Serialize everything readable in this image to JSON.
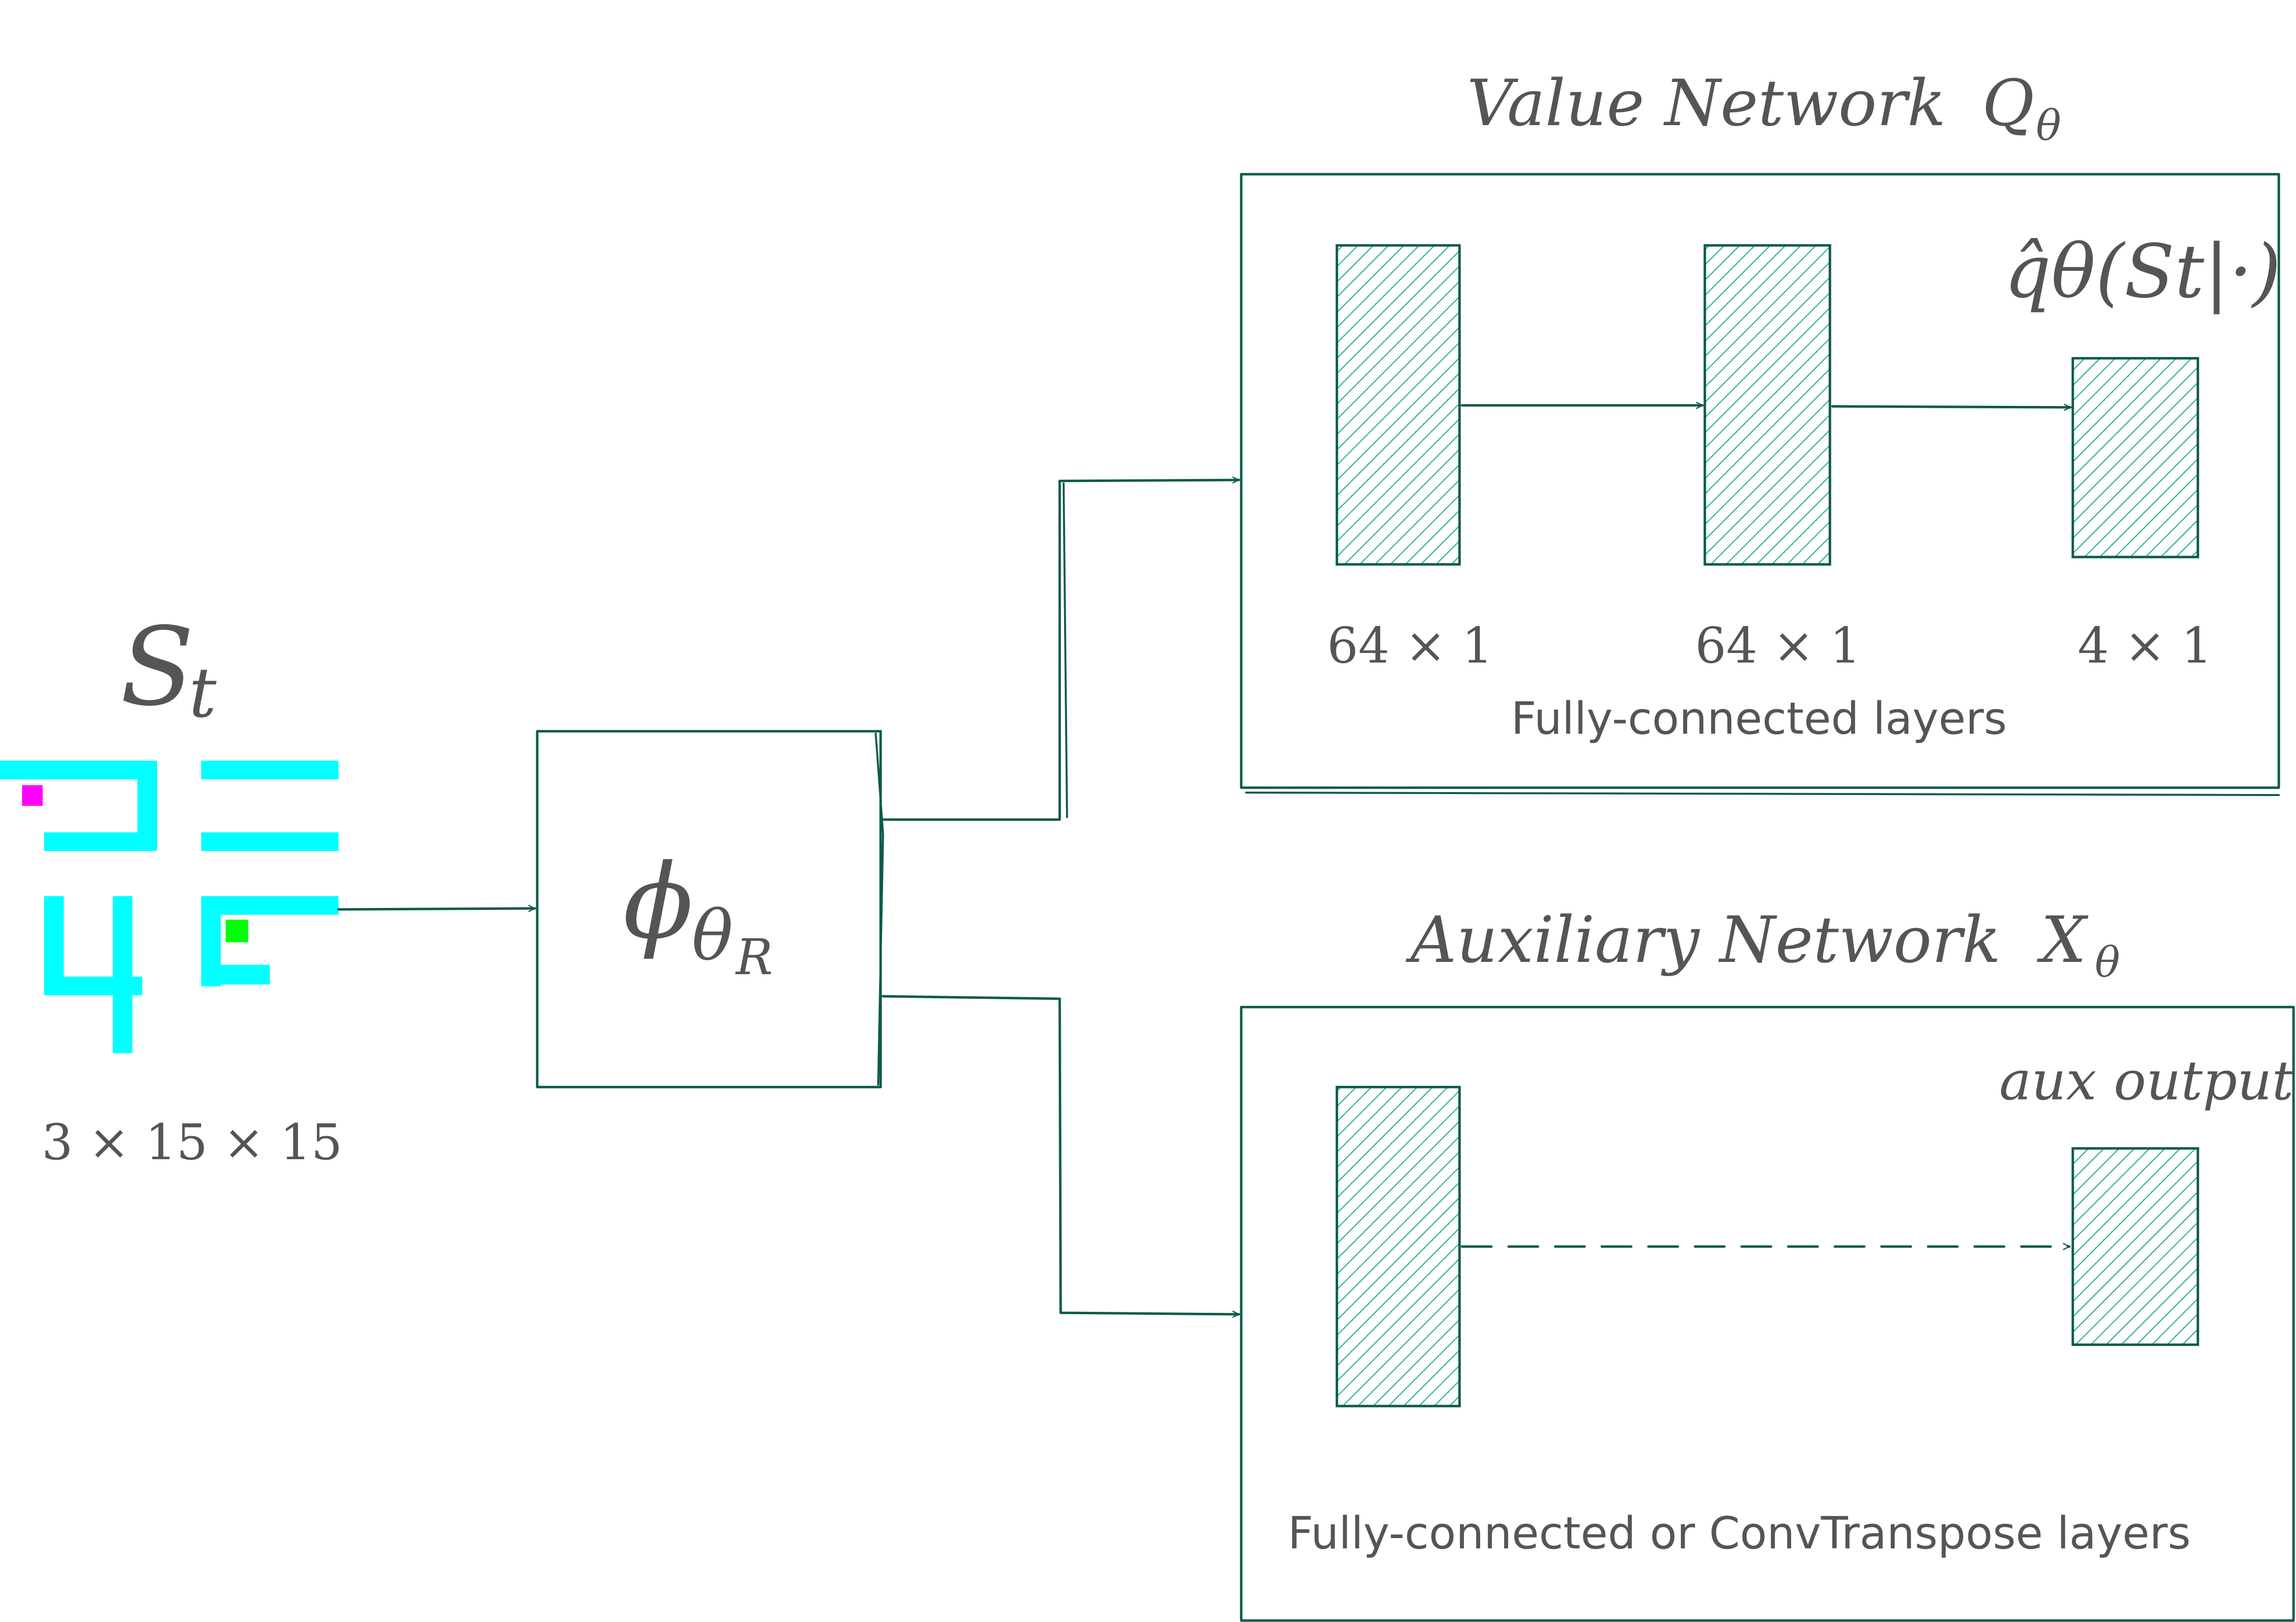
{
  "input": {
    "state_label": "S",
    "state_subscript": "t",
    "shape_label": "3 × 15 × 15",
    "colors": {
      "wall": "#00ffff",
      "agent": "#ff00ff",
      "goal": "#00ff00"
    }
  },
  "encoder": {
    "symbol": "ϕ",
    "subscript": "θ",
    "subsubscript": "R"
  },
  "value_network": {
    "title": "Value Network",
    "symbol": "Q",
    "symbol_subscript": "θ",
    "output_label": "q̂θ(St|·)",
    "layer_labels": [
      "64 × 1",
      "64 × 1",
      "4 × 1"
    ],
    "caption": "Fully-connected layers"
  },
  "auxiliary_network": {
    "title": "Auxiliary Network",
    "symbol": "X",
    "symbol_subscript": "θ",
    "output_label": "aux output",
    "caption": "Fully-connected or ConvTranspose layers"
  },
  "colors": {
    "ink": "#0b5a4c",
    "hatch": "#1aa88c",
    "text": "#555555"
  }
}
